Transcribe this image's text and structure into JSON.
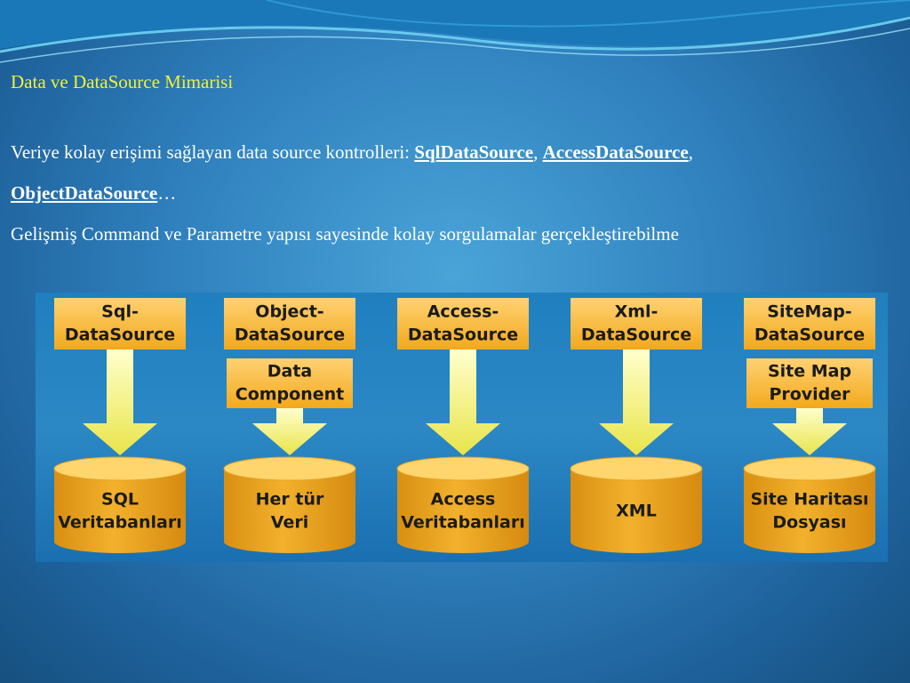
{
  "title": "Data ve DataSource Mimarisi",
  "line1_text": "Veriye kolay erişimi sağlayan data source kontrolleri: ",
  "links": [
    "SqlDataSource",
    "AccessDataSource",
    "ObjectDataSource"
  ],
  "sep1": ", ",
  "sep2": ",",
  "ellipsis": "…",
  "line2_text": "Gelişmiş Command ve Parametre yapısı sayesinde kolay sorgulamalar gerçekleştirebilme",
  "diagram": {
    "columns": [
      {
        "source": [
          "Sql-",
          "DataSource"
        ],
        "component": null,
        "store": [
          "SQL",
          "Veritabanları"
        ]
      },
      {
        "source": [
          "Object-",
          "DataSource"
        ],
        "component": [
          "Data",
          "Component"
        ],
        "store": [
          "Her tür",
          "Veri"
        ]
      },
      {
        "source": [
          "Access-",
          "DataSource"
        ],
        "component": null,
        "store": [
          "Access",
          "Veritabanları"
        ]
      },
      {
        "source": [
          "Xml-",
          "DataSource"
        ],
        "component": null,
        "store": [
          "XML"
        ]
      },
      {
        "source": [
          "SiteMap-",
          "DataSource"
        ],
        "component": [
          "Site Map",
          "Provider"
        ],
        "store": [
          "Site Haritası",
          "Dosyası"
        ]
      }
    ],
    "colors": {
      "box_top": "#ffd173",
      "box_bottom": "#f2a91c",
      "arrow_top": "#ffffcc",
      "arrow_bottom": "#e9e44a",
      "cylinder_body": "#f2b12c",
      "cylinder_top": "#ffd56e",
      "text": "#1b1b1b"
    }
  }
}
